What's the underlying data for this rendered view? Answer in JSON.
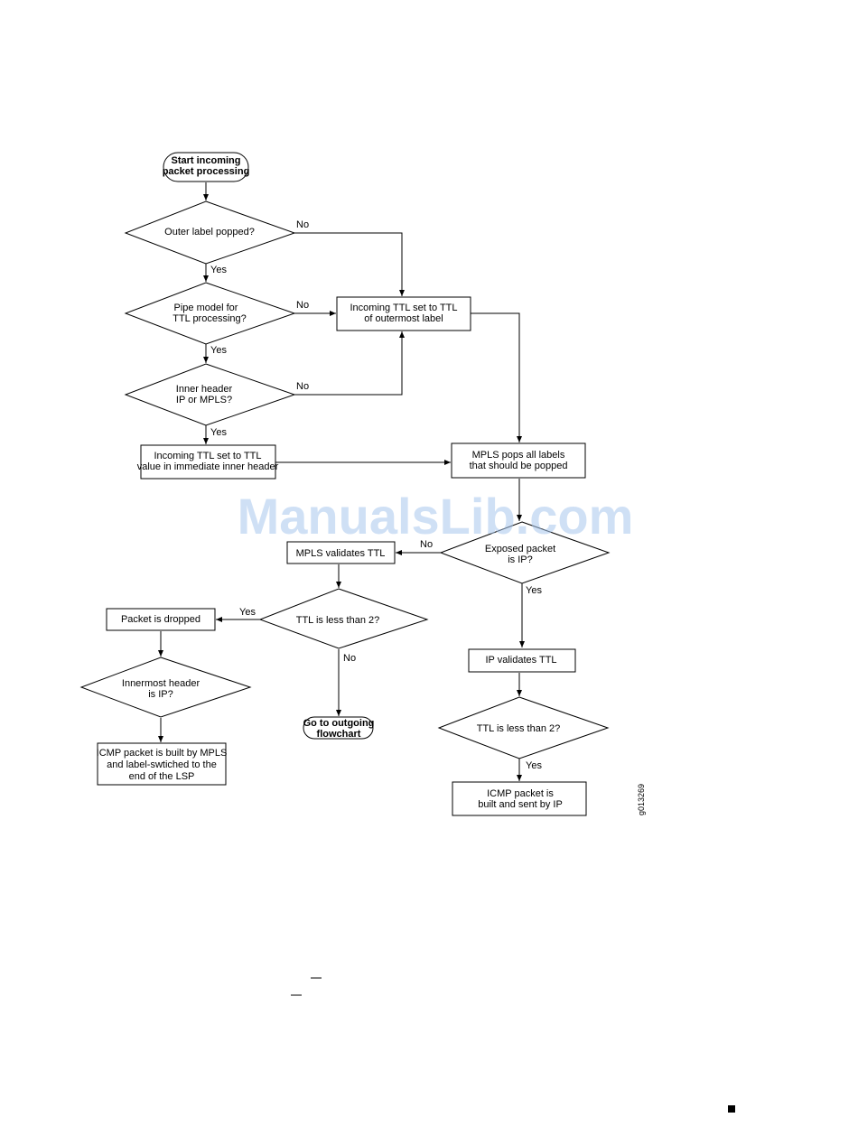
{
  "flowchart": {
    "start": {
      "line1": "Start incoming",
      "line2": "packet processing"
    },
    "q_outer_label": {
      "line1": "Outer label popped?"
    },
    "q_pipe_model": {
      "line1": "Pipe model for",
      "line2": "TTL processing?"
    },
    "q_inner_header": {
      "line1": "Inner header",
      "line2": "IP or MPLS?"
    },
    "box_ttl_outermost": {
      "line1": "Incoming TTL set to TTL",
      "line2": "of outermost label"
    },
    "box_ttl_inner": {
      "line1": "Incoming TTL set to TTL",
      "line2": "value in immediate inner header"
    },
    "box_mpls_pops": {
      "line1": "MPLS pops all labels",
      "line2": "that should be popped"
    },
    "q_exposed_ip": {
      "line1": "Exposed packet",
      "line2": "is IP?"
    },
    "box_mpls_validates": {
      "line1": "MPLS validates TTL"
    },
    "q_ttl_less_left": {
      "line1": "TTL is less than 2?"
    },
    "box_packet_dropped": {
      "line1": "Packet is dropped"
    },
    "q_innermost_ip": {
      "line1": "Innermost header",
      "line2": "is IP?"
    },
    "box_icmp_mpls": {
      "line1": "ICMP packet is built by MPLS",
      "line2": "and label-swtiched to the",
      "line3": "end of the LSP"
    },
    "end_outgoing": {
      "line1": "Go to outgoing",
      "line2": "flowchart"
    },
    "box_ip_validates": {
      "line1": "IP validates TTL"
    },
    "q_ttl_less_right": {
      "line1": "TTL is less than 2?"
    },
    "box_icmp_ip": {
      "line1": "ICMP packet is",
      "line2": "built and sent by IP"
    }
  },
  "edge_labels": {
    "yes": "Yes",
    "no": "No"
  },
  "figure_id": "g013269",
  "watermark": "ManualsLib.com"
}
